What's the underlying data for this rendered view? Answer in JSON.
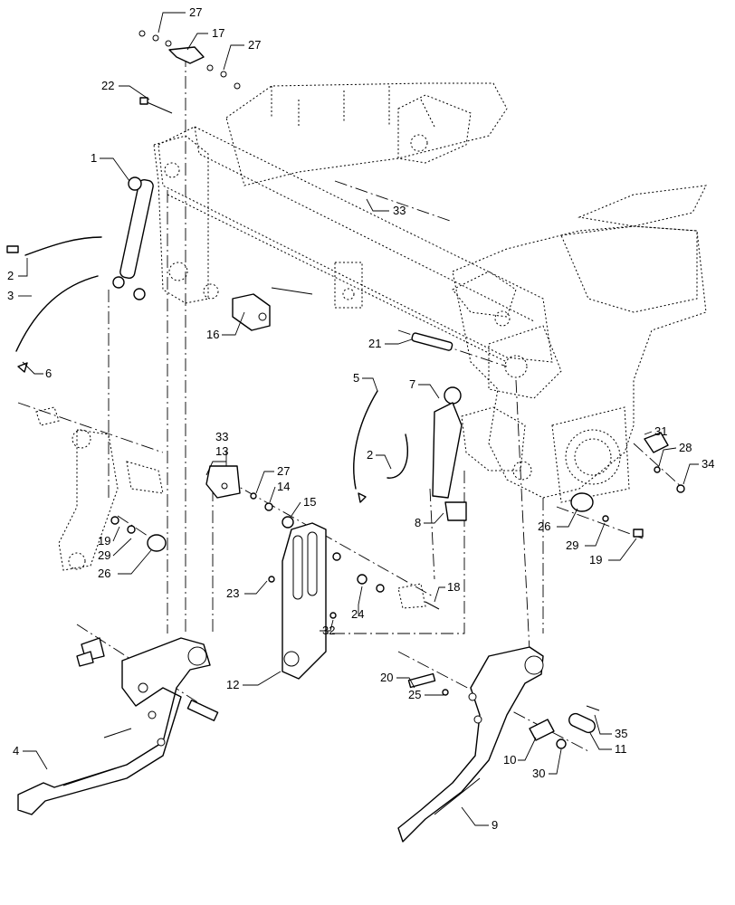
{
  "figure": {
    "type": "exploded parts diagram",
    "description_visible": "",
    "callouts": [
      {
        "id": "c27a",
        "label": "27"
      },
      {
        "id": "c17",
        "label": "17"
      },
      {
        "id": "c27b",
        "label": "27"
      },
      {
        "id": "c22",
        "label": "22"
      },
      {
        "id": "c1",
        "label": "1"
      },
      {
        "id": "c33a",
        "label": "33"
      },
      {
        "id": "c2a",
        "label": "2"
      },
      {
        "id": "c3",
        "label": "3"
      },
      {
        "id": "c16",
        "label": "16"
      },
      {
        "id": "c6",
        "label": "6"
      },
      {
        "id": "c21",
        "label": "21"
      },
      {
        "id": "c5",
        "label": "5"
      },
      {
        "id": "c7",
        "label": "7"
      },
      {
        "id": "c31",
        "label": "31"
      },
      {
        "id": "c28",
        "label": "28"
      },
      {
        "id": "c34",
        "label": "34"
      },
      {
        "id": "c33b",
        "label": "33"
      },
      {
        "id": "c13",
        "label": "13"
      },
      {
        "id": "c27c",
        "label": "27"
      },
      {
        "id": "c14",
        "label": "14"
      },
      {
        "id": "c15",
        "label": "15"
      },
      {
        "id": "c2b",
        "label": "2"
      },
      {
        "id": "c8",
        "label": "8"
      },
      {
        "id": "c26a",
        "label": "26"
      },
      {
        "id": "c29a",
        "label": "29"
      },
      {
        "id": "c19a",
        "label": "19"
      },
      {
        "id": "c19b",
        "label": "19"
      },
      {
        "id": "c29b",
        "label": "29"
      },
      {
        "id": "c26b",
        "label": "26"
      },
      {
        "id": "c18",
        "label": "18"
      },
      {
        "id": "c23",
        "label": "23"
      },
      {
        "id": "c24",
        "label": "24"
      },
      {
        "id": "c32",
        "label": "32"
      },
      {
        "id": "c12",
        "label": "12"
      },
      {
        "id": "c20",
        "label": "20"
      },
      {
        "id": "c25",
        "label": "25"
      },
      {
        "id": "c4",
        "label": "4"
      },
      {
        "id": "c35",
        "label": "35"
      },
      {
        "id": "c10",
        "label": "10"
      },
      {
        "id": "c11",
        "label": "11"
      },
      {
        "id": "c30",
        "label": "30"
      },
      {
        "id": "c9",
        "label": "9"
      }
    ]
  }
}
